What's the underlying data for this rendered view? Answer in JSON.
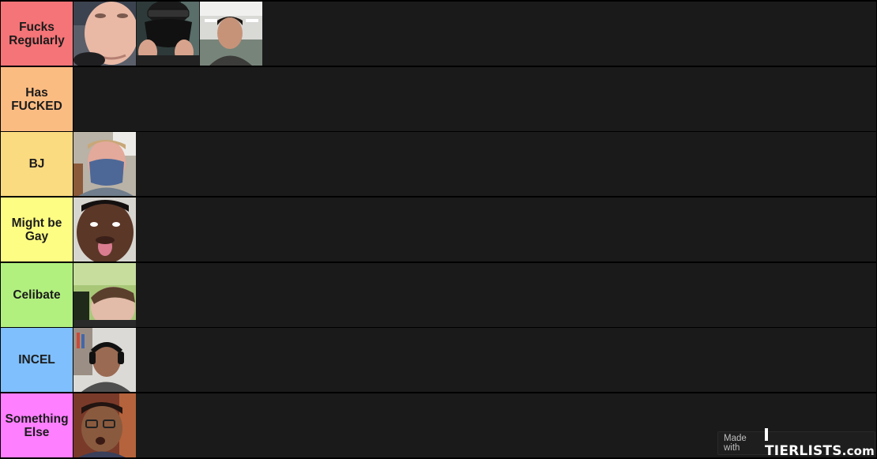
{
  "tiers": [
    {
      "label": "Fucks\nRegularly",
      "color": "#f47477",
      "items": [
        "photo-1",
        "photo-2",
        "photo-3"
      ]
    },
    {
      "label": "Has\nFUCKED",
      "color": "#fbbc82",
      "items": []
    },
    {
      "label": "BJ",
      "color": "#fbdb80",
      "items": [
        "photo-4"
      ]
    },
    {
      "label": "Might be\nGay",
      "color": "#fefd83",
      "items": [
        "photo-5"
      ]
    },
    {
      "label": "Celibate",
      "color": "#b1f07f",
      "items": [
        "photo-6"
      ]
    },
    {
      "label": "INCEL",
      "color": "#7fbffd",
      "items": [
        "photo-7"
      ]
    },
    {
      "label": "Something\nElse",
      "color": "#fe7fff",
      "items": [
        "photo-8"
      ]
    }
  ],
  "watermark": {
    "made_with": "Made with",
    "brand": "TIERLISTS",
    "domain": ".com"
  }
}
